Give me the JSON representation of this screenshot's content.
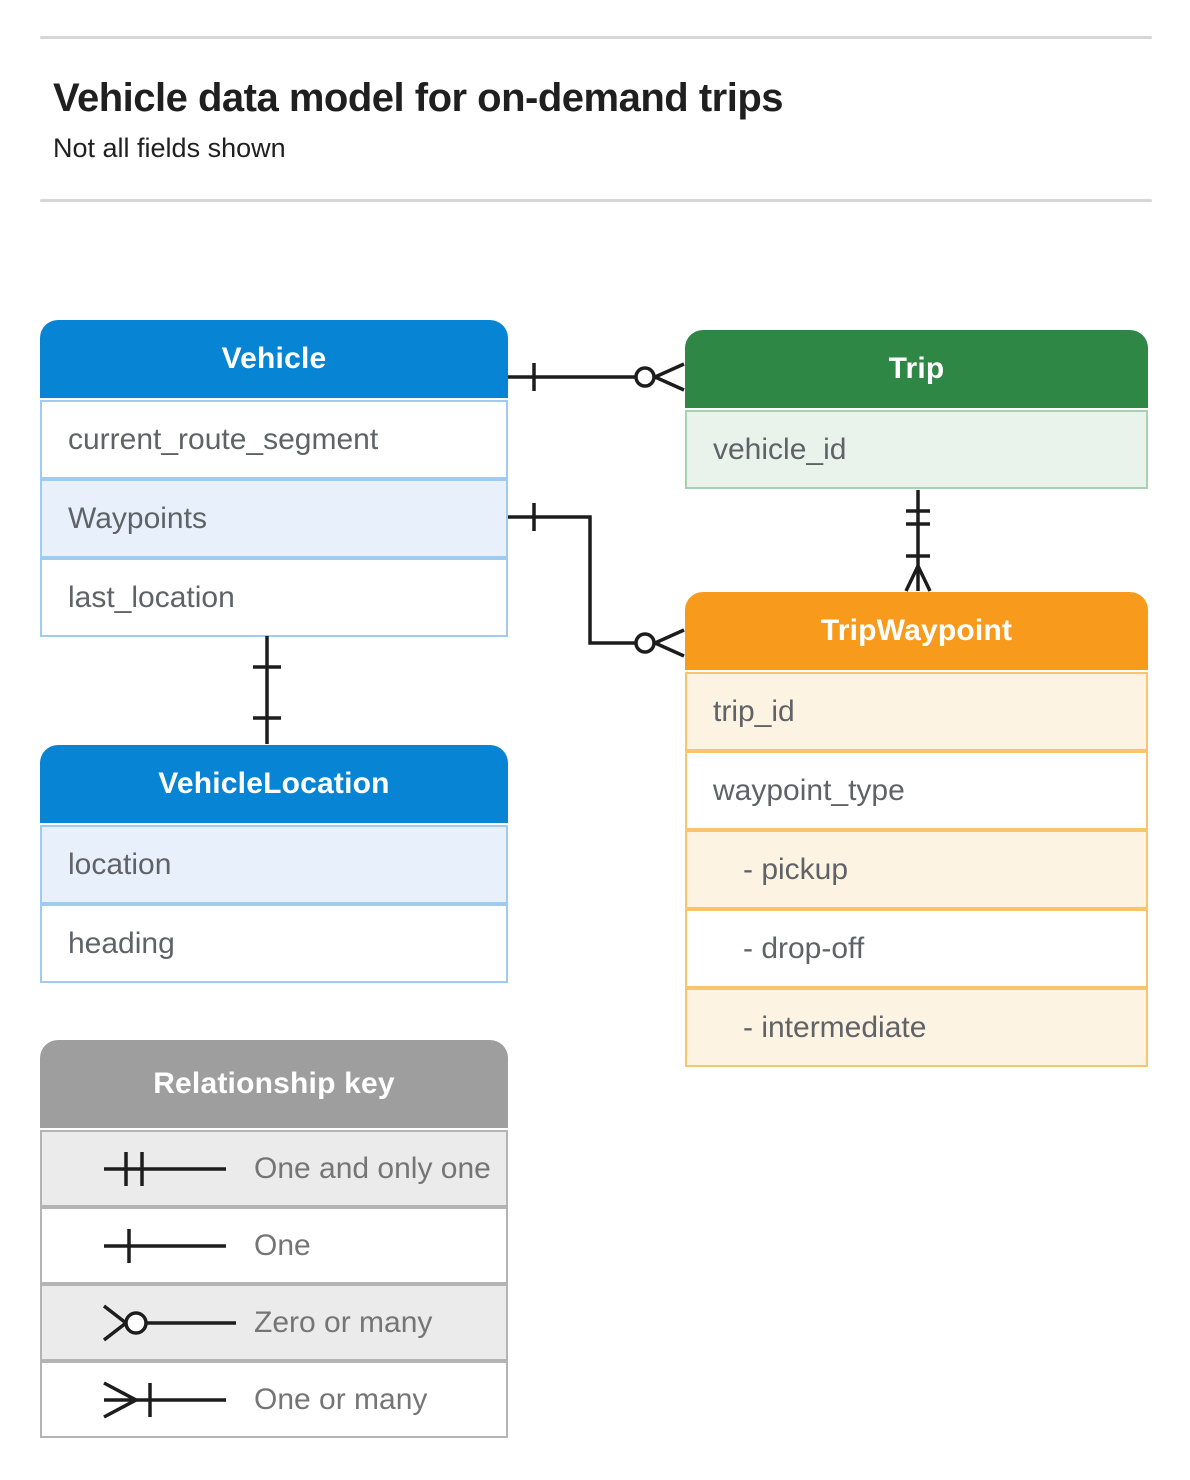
{
  "page": {
    "title": "Vehicle data model for on-demand trips",
    "subtitle": "Not all fields shown"
  },
  "entities": {
    "vehicle": {
      "name": "Vehicle",
      "fields": [
        "current_route_segment",
        "Waypoints",
        "last_location"
      ]
    },
    "trip": {
      "name": "Trip",
      "fields": [
        "vehicle_id"
      ]
    },
    "trip_waypoint": {
      "name": "TripWaypoint",
      "fields": [
        "trip_id",
        "waypoint_type",
        "- pickup",
        "- drop-off",
        "- intermediate"
      ]
    },
    "vehicle_location": {
      "name": "VehicleLocation",
      "fields": [
        "location",
        "heading"
      ]
    }
  },
  "relationships": [
    {
      "from": "Vehicle",
      "to": "Trip",
      "from_cardinality": "One",
      "to_cardinality": "Zero or many"
    },
    {
      "from": "Trip.vehicle_id",
      "to": "TripWaypoint",
      "from_cardinality": "One and only one",
      "to_cardinality": "One or many"
    },
    {
      "from": "Vehicle.Waypoints",
      "to": "TripWaypoint",
      "from_cardinality": "One",
      "to_cardinality": "Zero or many"
    },
    {
      "from": "Vehicle",
      "to": "VehicleLocation",
      "from_cardinality": "One",
      "to_cardinality": "One"
    }
  ],
  "key": {
    "title": "Relationship key",
    "items": [
      {
        "symbol": "one-and-only-one",
        "label": "One and only one"
      },
      {
        "symbol": "one",
        "label": "One"
      },
      {
        "symbol": "zero-or-many",
        "label": "Zero or many"
      },
      {
        "symbol": "one-or-many",
        "label": "One or many"
      }
    ]
  },
  "colors": {
    "vehicle_header": "#0784d3",
    "vehicle_row_highlight": "#e8f1fb",
    "trip_header": "#2e8745",
    "trip_row_highlight": "#e9f3ec",
    "trip_waypoint_header": "#f89b1c",
    "trip_waypoint_row_highlight": "#fdf3e2",
    "key_header": "#9e9e9e",
    "key_row_highlight": "#ebebeb",
    "field_text": "#5f6368",
    "connector_line": "#1d1d1d"
  }
}
